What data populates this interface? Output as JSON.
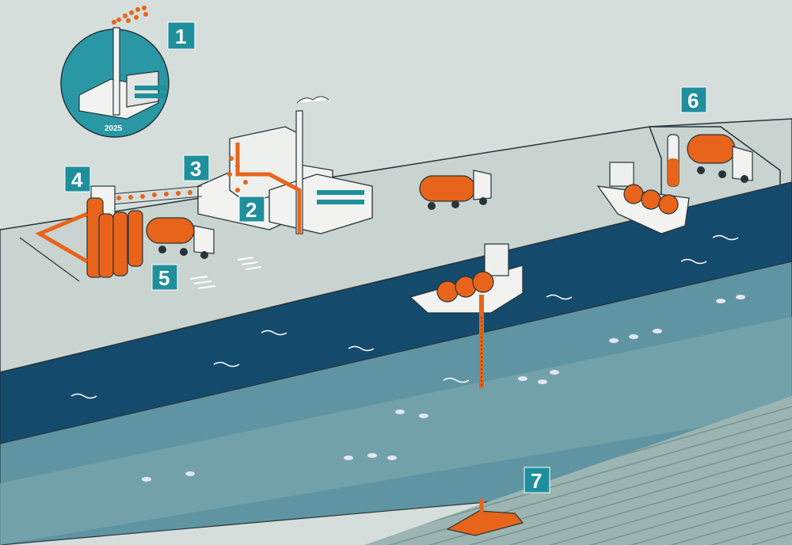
{
  "inset": {
    "year": "2025"
  },
  "markers": [
    {
      "id": "1",
      "label": "1"
    },
    {
      "id": "2",
      "label": "2"
    },
    {
      "id": "3",
      "label": "3"
    },
    {
      "id": "4",
      "label": "4"
    },
    {
      "id": "5",
      "label": "5"
    },
    {
      "id": "6",
      "label": "6"
    },
    {
      "id": "7",
      "label": "7"
    }
  ],
  "colors": {
    "land": "#d5dedb",
    "road": "#c5d0cd",
    "water": "#144b6d",
    "seabed": "#5d93a0",
    "deep_rock": "#8fadaa",
    "accent": "#e8641b",
    "badge": "#1f8f9c",
    "inset_circle": "#2a98a4",
    "outline": "#26343a"
  }
}
